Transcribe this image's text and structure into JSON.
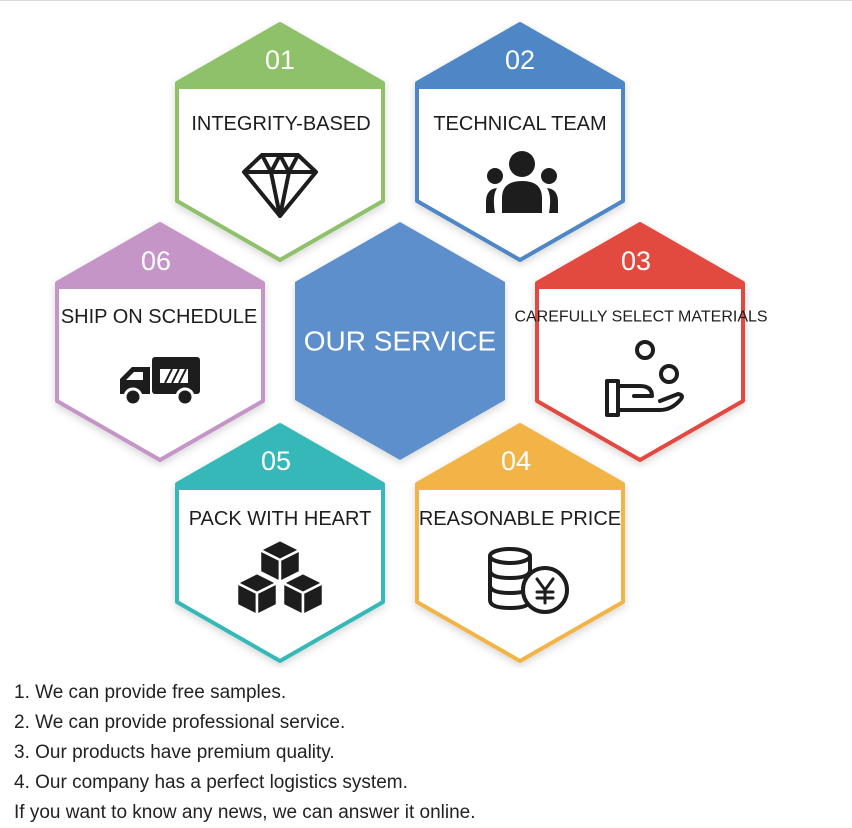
{
  "infographic": {
    "center": {
      "title": "OUR SERVICE",
      "color": "#5b8fcb"
    },
    "hexagons": [
      {
        "id": "integrity",
        "number": "01",
        "title": "INTEGRITY-BASED",
        "color": "#8fc06a",
        "icon": "diamond-icon"
      },
      {
        "id": "technical",
        "number": "02",
        "title": "TECHNICAL TEAM",
        "color": "#4f87c6",
        "icon": "team-icon"
      },
      {
        "id": "materials",
        "number": "03",
        "title": "CAREFULLY SELECT MATERIALS",
        "color": "#e34a3f",
        "icon": "hand-coins-icon"
      },
      {
        "id": "price",
        "number": "04",
        "title": "REASONABLE PRICE",
        "color": "#f2b446",
        "icon": "coins-yen-icon"
      },
      {
        "id": "pack",
        "number": "05",
        "title": "PACK WITH HEART",
        "color": "#36b8b8",
        "icon": "boxes-icon"
      },
      {
        "id": "ship",
        "number": "06",
        "title": "SHIP ON SCHEDULE",
        "color": "#c495c6",
        "icon": "truck-icon"
      }
    ]
  },
  "notes": [
    "1. We can provide free samples.",
    "2. We can provide professional service.",
    "3. Our products have premium quality.",
    "4. Our company has a perfect logistics system."
  ],
  "online_line": "If you want to know any news, we can answer it online."
}
